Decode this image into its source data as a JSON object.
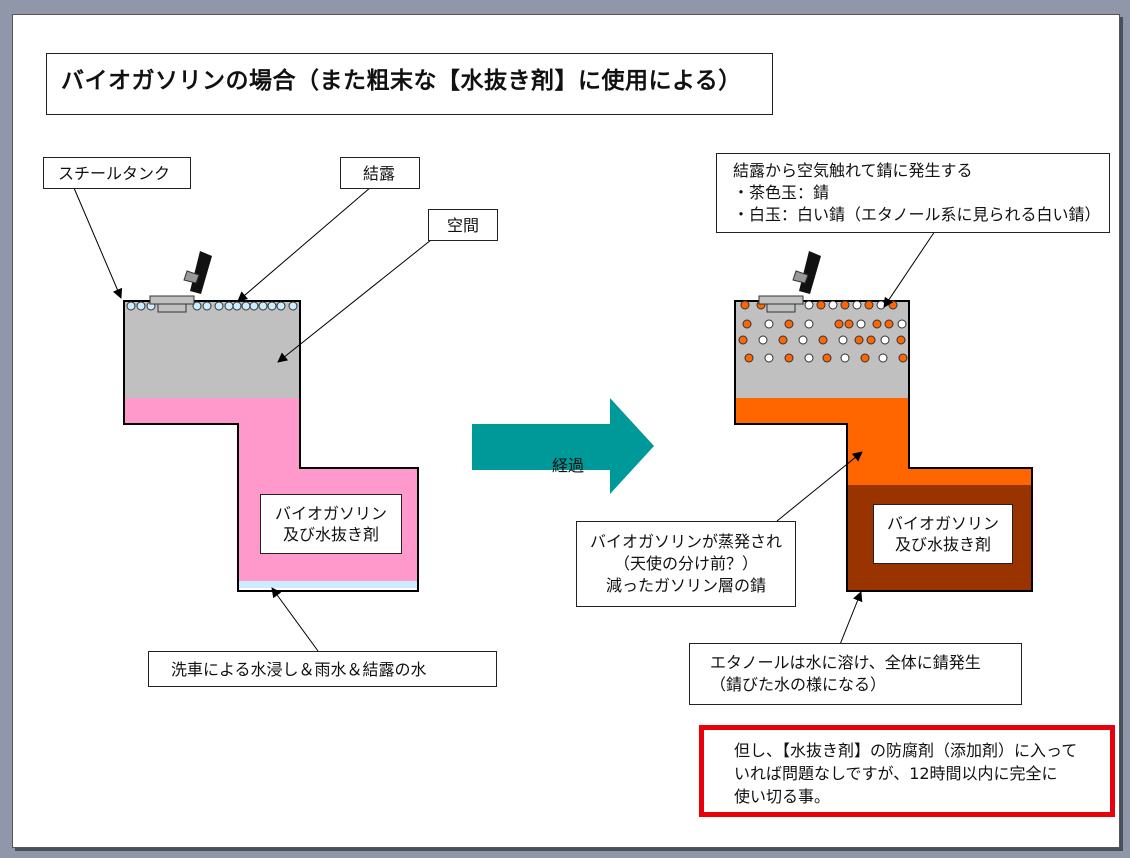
{
  "title": "バイオガソリンの場合（また粗末な【水抜き剤】に使用による）",
  "left": {
    "label_steel_tank": "スチールタンク",
    "label_condensation": "結露",
    "label_space": "空間",
    "fuel_label_line1": "バイオガソリン",
    "fuel_label_line2": "及び水抜き剤",
    "label_water": "洗車による水浸し＆雨水＆結露の水"
  },
  "arrow_label": "経過",
  "right": {
    "rust_note_line1": "結露から空気触れて錆に発生する",
    "rust_note_line2": "・茶色玉：錆",
    "rust_note_line3": "・白玉：白い錆（エタノール系に見られる白い錆）",
    "fuel_label_line1": "バイオガソリン",
    "fuel_label_line2": "及び水抜き剤",
    "evap_line1": "バイオガソリンが蒸発され",
    "evap_line2": "（天使の分け前？）",
    "evap_line3": "減ったガソリン層の錆",
    "ethanol_line1": "エタノールは水に溶け、全体に錆発生",
    "ethanol_line2": "（錆びた水の様になる）"
  },
  "warning_line1": "但し、【水抜き剤】の防腐剤（添加剤）に入って",
  "warning_line2": "いれば問題なしですが、12時間以内に完全に",
  "warning_line3": "使い切る事。",
  "colors": {
    "gasoline_pink": "#ff99cc",
    "air_gray": "#c0c0c0",
    "water_light_blue": "#ccecff",
    "rust_orange": "#ff6600",
    "rust_brown": "#993300",
    "arrow_teal": "#009999",
    "warning_red": "#e8000b"
  }
}
